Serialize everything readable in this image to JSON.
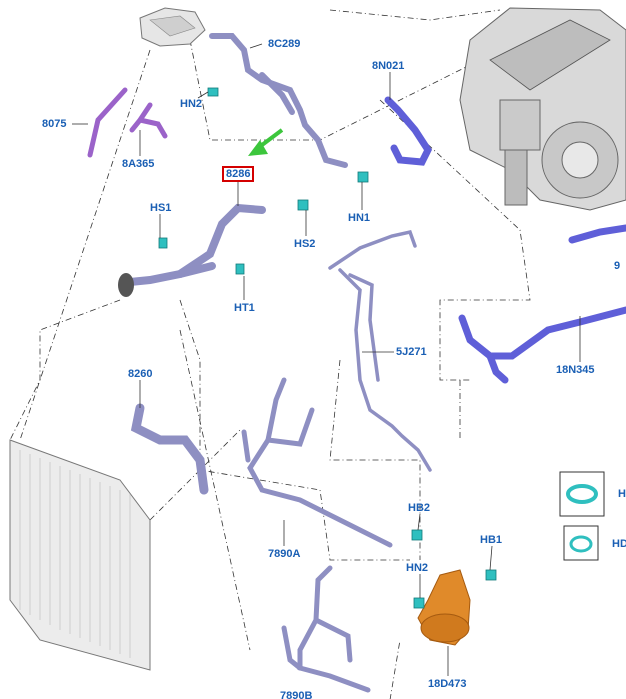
{
  "callouts": {
    "c8C289": "8C289",
    "c8N021": "8N021",
    "c8075": "8075",
    "cHN2a": "HN2",
    "c8A365": "8A365",
    "c8286": "8286",
    "cHS1": "HS1",
    "cHN1": "HN1",
    "cHS2": "HS2",
    "cHT1": "HT1",
    "c5J271": "5J271",
    "c18N345": "18N345",
    "c8260": "8260",
    "c7890A": "7890A",
    "cHB2": "HB2",
    "cHB1": "HB1",
    "cHN2b": "HN2",
    "c18D473": "18D473",
    "c7890B": "7890B",
    "edgeRight9": "9",
    "keyA": "H",
    "keyB": "HD"
  },
  "highlighted": "8286",
  "colors": {
    "callout": "#1a5fb4",
    "highlight_border": "#d40000",
    "arrow": "#3cc63c",
    "hose": "#8e8fc2",
    "hose_purple": "#9b63c9",
    "hose_blue": "#5f5fd8",
    "pump": "#e08a2a",
    "clip": "#2fbfbf"
  },
  "icons": [
    "green-pointer-arrow",
    "engine-block",
    "radiator",
    "coolant-reservoir",
    "water-pump",
    "hose-clamp",
    "spring-clip"
  ]
}
